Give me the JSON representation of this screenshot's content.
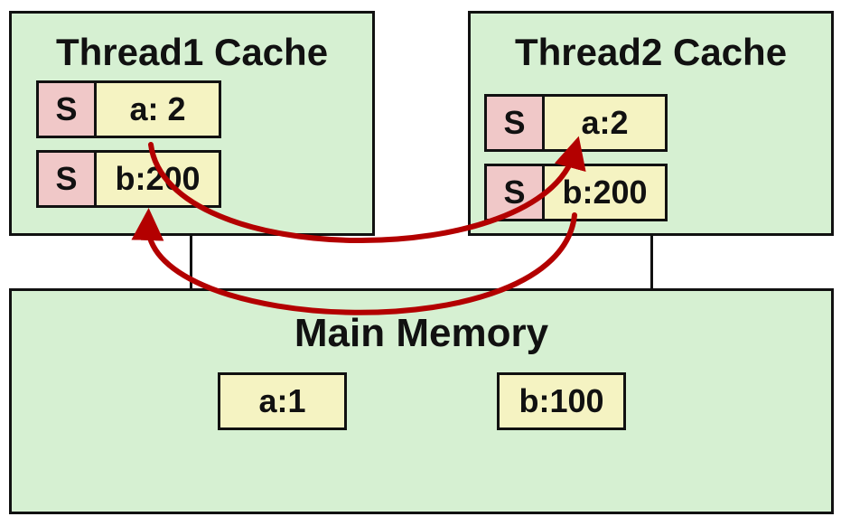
{
  "thread1": {
    "title": "Thread1 Cache",
    "lines": [
      {
        "state": "S",
        "value": "a: 2"
      },
      {
        "state": "S",
        "value": "b:200"
      }
    ]
  },
  "thread2": {
    "title": "Thread2 Cache",
    "lines": [
      {
        "state": "S",
        "value": "a:2"
      },
      {
        "state": "S",
        "value": "b:200"
      }
    ]
  },
  "main_memory": {
    "title": "Main Memory",
    "values": [
      "a:1",
      "b:100"
    ]
  },
  "colors": {
    "box_fill": "#d6f0d2",
    "state_fill": "#f0c8c8",
    "value_fill": "#f5f3c2",
    "arrow": "#b30000",
    "border": "#111111"
  }
}
